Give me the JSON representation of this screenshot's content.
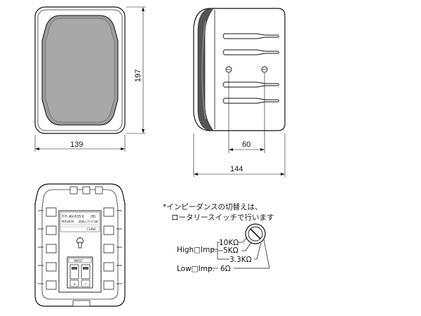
{
  "dimensions": {
    "front_width": "139",
    "front_height": "197",
    "side_depth": "144",
    "side_inner": "60"
  },
  "label_panel": {
    "model_prefix": "形名",
    "model": "AV-635 Ⅱ",
    "model_suffix": "(B)",
    "maker": "MASSIVE",
    "spec_line": "定格入力 0.5W",
    "made_in": "CHINA",
    "input_label": "INPUT",
    "polarity_plus": "+",
    "polarity_minus": "−"
  },
  "note": {
    "line1": "*インピーダンスの切替えは、",
    "line2": "ロータリースイッチで行います"
  },
  "impedance": {
    "high_label": "High□Imp.",
    "low_label": "Low□Imp.",
    "tap_10k": "10KΩ",
    "tap_5k": "5KΩ",
    "tap_3k3": "3.3KΩ",
    "tap_6": "6Ω"
  }
}
